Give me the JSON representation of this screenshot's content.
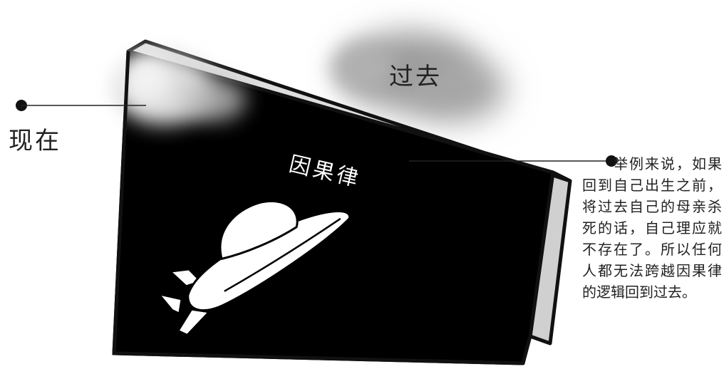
{
  "labels": {
    "past": "过去",
    "present": "现在",
    "panel": "因果律"
  },
  "annotation": {
    "text": "举例来说，如果回到自己出生之前，将过去自己的母亲杀死的话，自己理应就不存在了。所以任何人都无法跨越因果律的逻辑回到过去。"
  },
  "icons": {
    "spaceship": "ufo-time-machine-icon",
    "callout_dots": "bullet-dot"
  },
  "colors": {
    "panel_face": "#000000",
    "panel_edge": "#d4d4d4",
    "cloud": "#8a8a8a",
    "text": "#222222",
    "background": "#ffffff"
  }
}
